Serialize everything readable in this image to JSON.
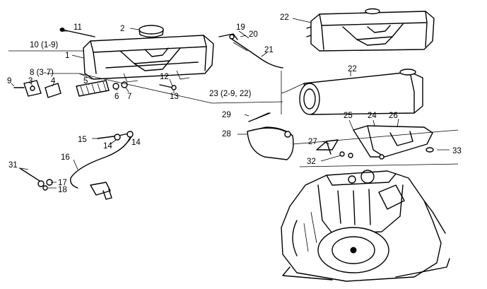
{
  "diagram": {
    "callouts": [
      {
        "id": "c11",
        "text": "11"
      },
      {
        "id": "c2",
        "text": "2"
      },
      {
        "id": "c10",
        "text": "10 (1-9)"
      },
      {
        "id": "c1",
        "text": "1"
      },
      {
        "id": "c8",
        "text": "8 (3-7)"
      },
      {
        "id": "c9",
        "text": "9"
      },
      {
        "id": "c3",
        "text": "3"
      },
      {
        "id": "c4",
        "text": "4"
      },
      {
        "id": "c5",
        "text": "5"
      },
      {
        "id": "c6",
        "text": "6"
      },
      {
        "id": "c7",
        "text": "7"
      },
      {
        "id": "c12",
        "text": "12"
      },
      {
        "id": "c13",
        "text": "13"
      },
      {
        "id": "c19",
        "text": "19"
      },
      {
        "id": "c20",
        "text": "20"
      },
      {
        "id": "c21",
        "text": "21"
      },
      {
        "id": "c22a",
        "text": "22"
      },
      {
        "id": "c22b",
        "text": "22"
      },
      {
        "id": "c23",
        "text": "23 (2-9, 22)"
      },
      {
        "id": "c29",
        "text": "29"
      },
      {
        "id": "c28",
        "text": "28"
      },
      {
        "id": "c25",
        "text": "25"
      },
      {
        "id": "c24",
        "text": "24"
      },
      {
        "id": "c26",
        "text": "26"
      },
      {
        "id": "c27",
        "text": "27"
      },
      {
        "id": "c33",
        "text": "33"
      },
      {
        "id": "c32",
        "text": "32"
      },
      {
        "id": "c15",
        "text": "15"
      },
      {
        "id": "c14a",
        "text": "14"
      },
      {
        "id": "c14b",
        "text": "14"
      },
      {
        "id": "c16",
        "text": "16"
      },
      {
        "id": "c31",
        "text": "31"
      },
      {
        "id": "c17",
        "text": "17"
      },
      {
        "id": "c18",
        "text": "18"
      }
    ]
  }
}
